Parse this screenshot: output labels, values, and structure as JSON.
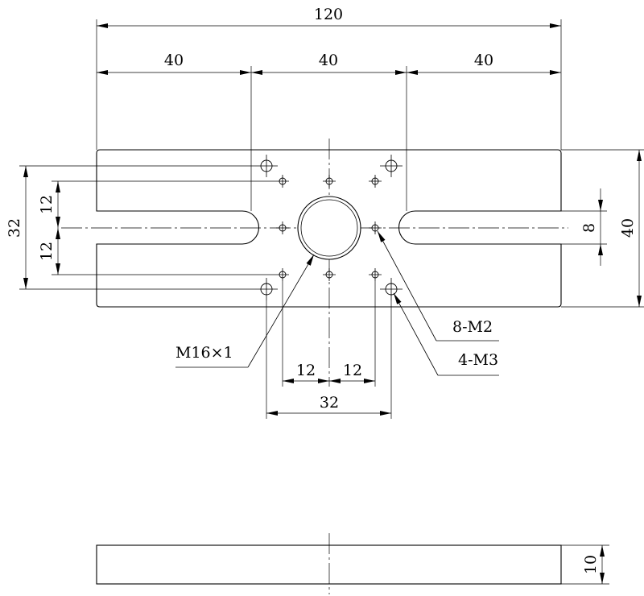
{
  "dimensions": {
    "total_width": "120",
    "segment_left": "40",
    "segment_middle": "40",
    "segment_right": "40",
    "right_height": "40",
    "slot_width": "8",
    "left_height": "32",
    "left_upper_offset": "12",
    "left_lower_offset": "12",
    "bottom_left_spacing": "12",
    "bottom_right_spacing": "12",
    "bottom_total_spacing": "32",
    "side_view_thickness": "10"
  },
  "callouts": {
    "center_thread": "M16×1",
    "small_holes": "8-M2",
    "large_holes": "4-M3"
  }
}
